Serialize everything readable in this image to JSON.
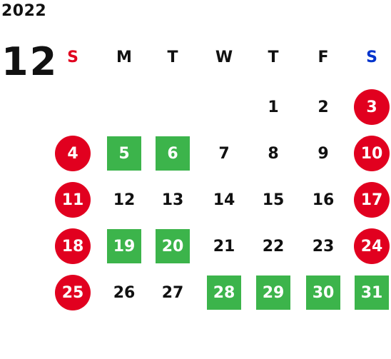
{
  "calendar": {
    "year": "2022",
    "month": "12",
    "weekdays": [
      {
        "label": "S",
        "color": "#e1001f"
      },
      {
        "label": "M",
        "color": "#111111"
      },
      {
        "label": "T",
        "color": "#111111"
      },
      {
        "label": "W",
        "color": "#111111"
      },
      {
        "label": "T",
        "color": "#111111"
      },
      {
        "label": "F",
        "color": "#111111"
      },
      {
        "label": "S",
        "color": "#0033cc"
      }
    ],
    "colors": {
      "holiday": "#e1001f",
      "event": "#3cb44b",
      "text": "#111111"
    },
    "days": [
      {
        "day": "1",
        "weekday": 4,
        "week": 0,
        "type": "normal"
      },
      {
        "day": "2",
        "weekday": 5,
        "week": 0,
        "type": "normal"
      },
      {
        "day": "3",
        "weekday": 6,
        "week": 0,
        "type": "holiday"
      },
      {
        "day": "4",
        "weekday": 0,
        "week": 1,
        "type": "holiday"
      },
      {
        "day": "5",
        "weekday": 1,
        "week": 1,
        "type": "event"
      },
      {
        "day": "6",
        "weekday": 2,
        "week": 1,
        "type": "event"
      },
      {
        "day": "7",
        "weekday": 3,
        "week": 1,
        "type": "normal"
      },
      {
        "day": "8",
        "weekday": 4,
        "week": 1,
        "type": "normal"
      },
      {
        "day": "9",
        "weekday": 5,
        "week": 1,
        "type": "normal"
      },
      {
        "day": "10",
        "weekday": 6,
        "week": 1,
        "type": "holiday"
      },
      {
        "day": "11",
        "weekday": 0,
        "week": 2,
        "type": "holiday"
      },
      {
        "day": "12",
        "weekday": 1,
        "week": 2,
        "type": "normal"
      },
      {
        "day": "13",
        "weekday": 2,
        "week": 2,
        "type": "normal"
      },
      {
        "day": "14",
        "weekday": 3,
        "week": 2,
        "type": "normal"
      },
      {
        "day": "15",
        "weekday": 4,
        "week": 2,
        "type": "normal"
      },
      {
        "day": "16",
        "weekday": 5,
        "week": 2,
        "type": "normal"
      },
      {
        "day": "17",
        "weekday": 6,
        "week": 2,
        "type": "holiday"
      },
      {
        "day": "18",
        "weekday": 0,
        "week": 3,
        "type": "holiday"
      },
      {
        "day": "19",
        "weekday": 1,
        "week": 3,
        "type": "event"
      },
      {
        "day": "20",
        "weekday": 2,
        "week": 3,
        "type": "event"
      },
      {
        "day": "21",
        "weekday": 3,
        "week": 3,
        "type": "normal"
      },
      {
        "day": "22",
        "weekday": 4,
        "week": 3,
        "type": "normal"
      },
      {
        "day": "23",
        "weekday": 5,
        "week": 3,
        "type": "normal"
      },
      {
        "day": "24",
        "weekday": 6,
        "week": 3,
        "type": "holiday"
      },
      {
        "day": "25",
        "weekday": 0,
        "week": 4,
        "type": "holiday"
      },
      {
        "day": "26",
        "weekday": 1,
        "week": 4,
        "type": "normal"
      },
      {
        "day": "27",
        "weekday": 2,
        "week": 4,
        "type": "normal"
      },
      {
        "day": "28",
        "weekday": 3,
        "week": 4,
        "type": "event"
      },
      {
        "day": "29",
        "weekday": 4,
        "week": 4,
        "type": "event"
      },
      {
        "day": "30",
        "weekday": 5,
        "week": 4,
        "type": "event"
      },
      {
        "day": "31",
        "weekday": 6,
        "week": 4,
        "type": "event"
      }
    ]
  }
}
